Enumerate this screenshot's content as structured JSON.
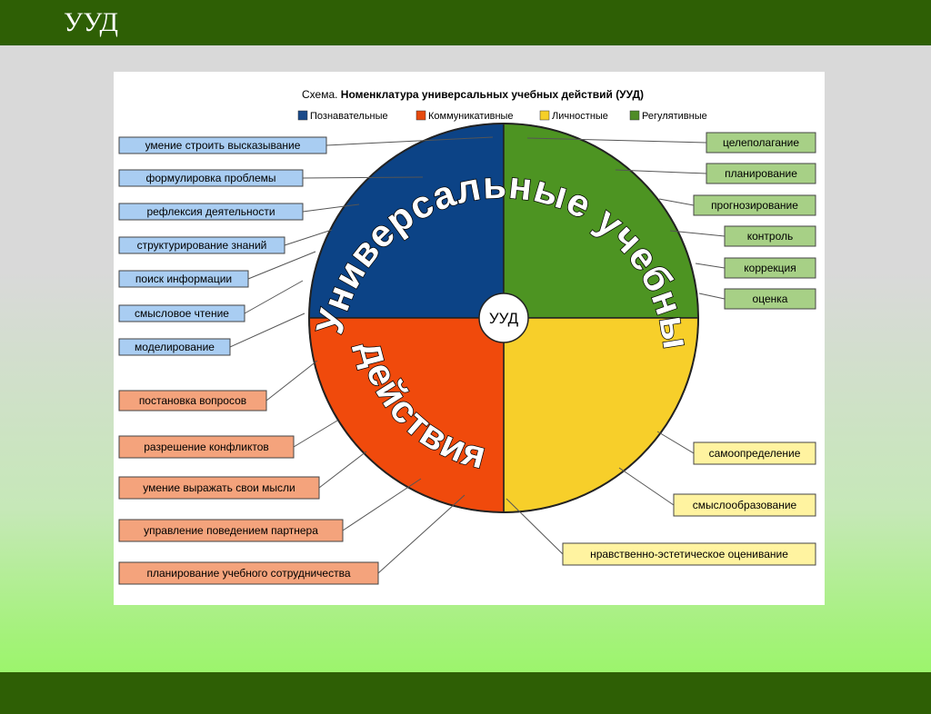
{
  "slide": {
    "title": "УУД"
  },
  "diagram": {
    "title_prefix": "Схема. ",
    "title_bold": "Номенклатура универсальных учебных действий (УУД)",
    "center_label": "УУД",
    "arc_top": "Универсальные учебные",
    "arc_bottom": "действия",
    "legend": [
      {
        "label": "Познавательные",
        "color": "#1a4a8a"
      },
      {
        "label": "Коммуникативные",
        "color": "#e64a0e"
      },
      {
        "label": "Личностные",
        "color": "#f5d027"
      },
      {
        "label": "Регулятивные",
        "color": "#4f8c26"
      }
    ],
    "quadrant_colors": {
      "cognitive": "#0c4386",
      "communicative": "#f04a0c",
      "personal": "#f7cf2a",
      "regulative": "#4d9422"
    },
    "box_fills": {
      "cognitive": "#a9cdf2",
      "communicative": "#f4a37c",
      "personal": "#fff3a0",
      "regulative": "#a7d086"
    },
    "cognitive": [
      "умение строить высказывание",
      "формулировка проблемы",
      "рефлексия деятельности",
      "структурирование знаний",
      "поиск информации",
      "смысловое чтение",
      "моделирование"
    ],
    "communicative": [
      "постановка вопросов",
      "разрешение конфликтов",
      "умение выражать свои мысли",
      "управление поведением партнера",
      "планирование учебного сотрудничества"
    ],
    "regulative": [
      "целеполагание",
      "планирование",
      "прогнозирование",
      "контроль",
      "коррекция",
      "оценка"
    ],
    "personal": [
      "самоопределение",
      "смыслообразование",
      "нравственно-эстетическое оценивание"
    ]
  }
}
